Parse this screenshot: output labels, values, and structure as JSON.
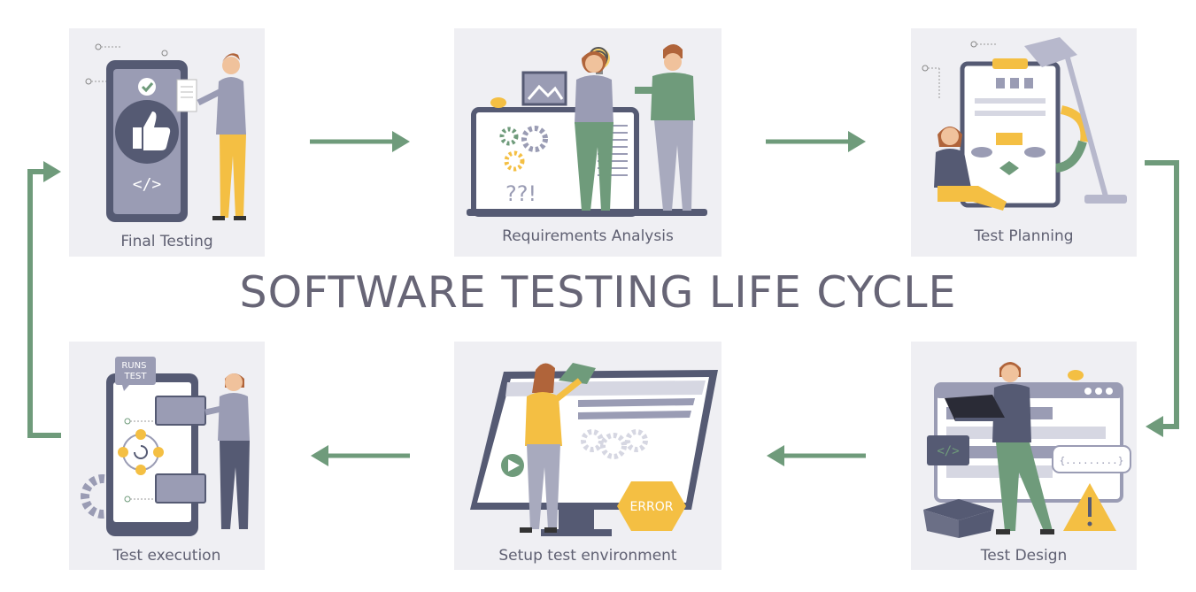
{
  "title": "SOFTWARE TESTING LIFE CYCLE",
  "stages": {
    "final_testing": "Final Testing",
    "requirements_analysis": "Requirements Analysis",
    "test_planning": "Test Planning",
    "test_execution": "Test execution",
    "setup_test_environment": "Setup test environment",
    "test_design": "Test Design"
  },
  "labels": {
    "code_tag": "</>",
    "question_marks": "??!",
    "runs_test": "RUNS\nTEST",
    "error": "ERROR",
    "code_brackets": "{.........}"
  },
  "colors": {
    "arrow": "#6f9b7b",
    "panel_bg": "#efeff3",
    "title": "#676576",
    "accent_yellow": "#f4bf43",
    "slate": "#555a73"
  }
}
